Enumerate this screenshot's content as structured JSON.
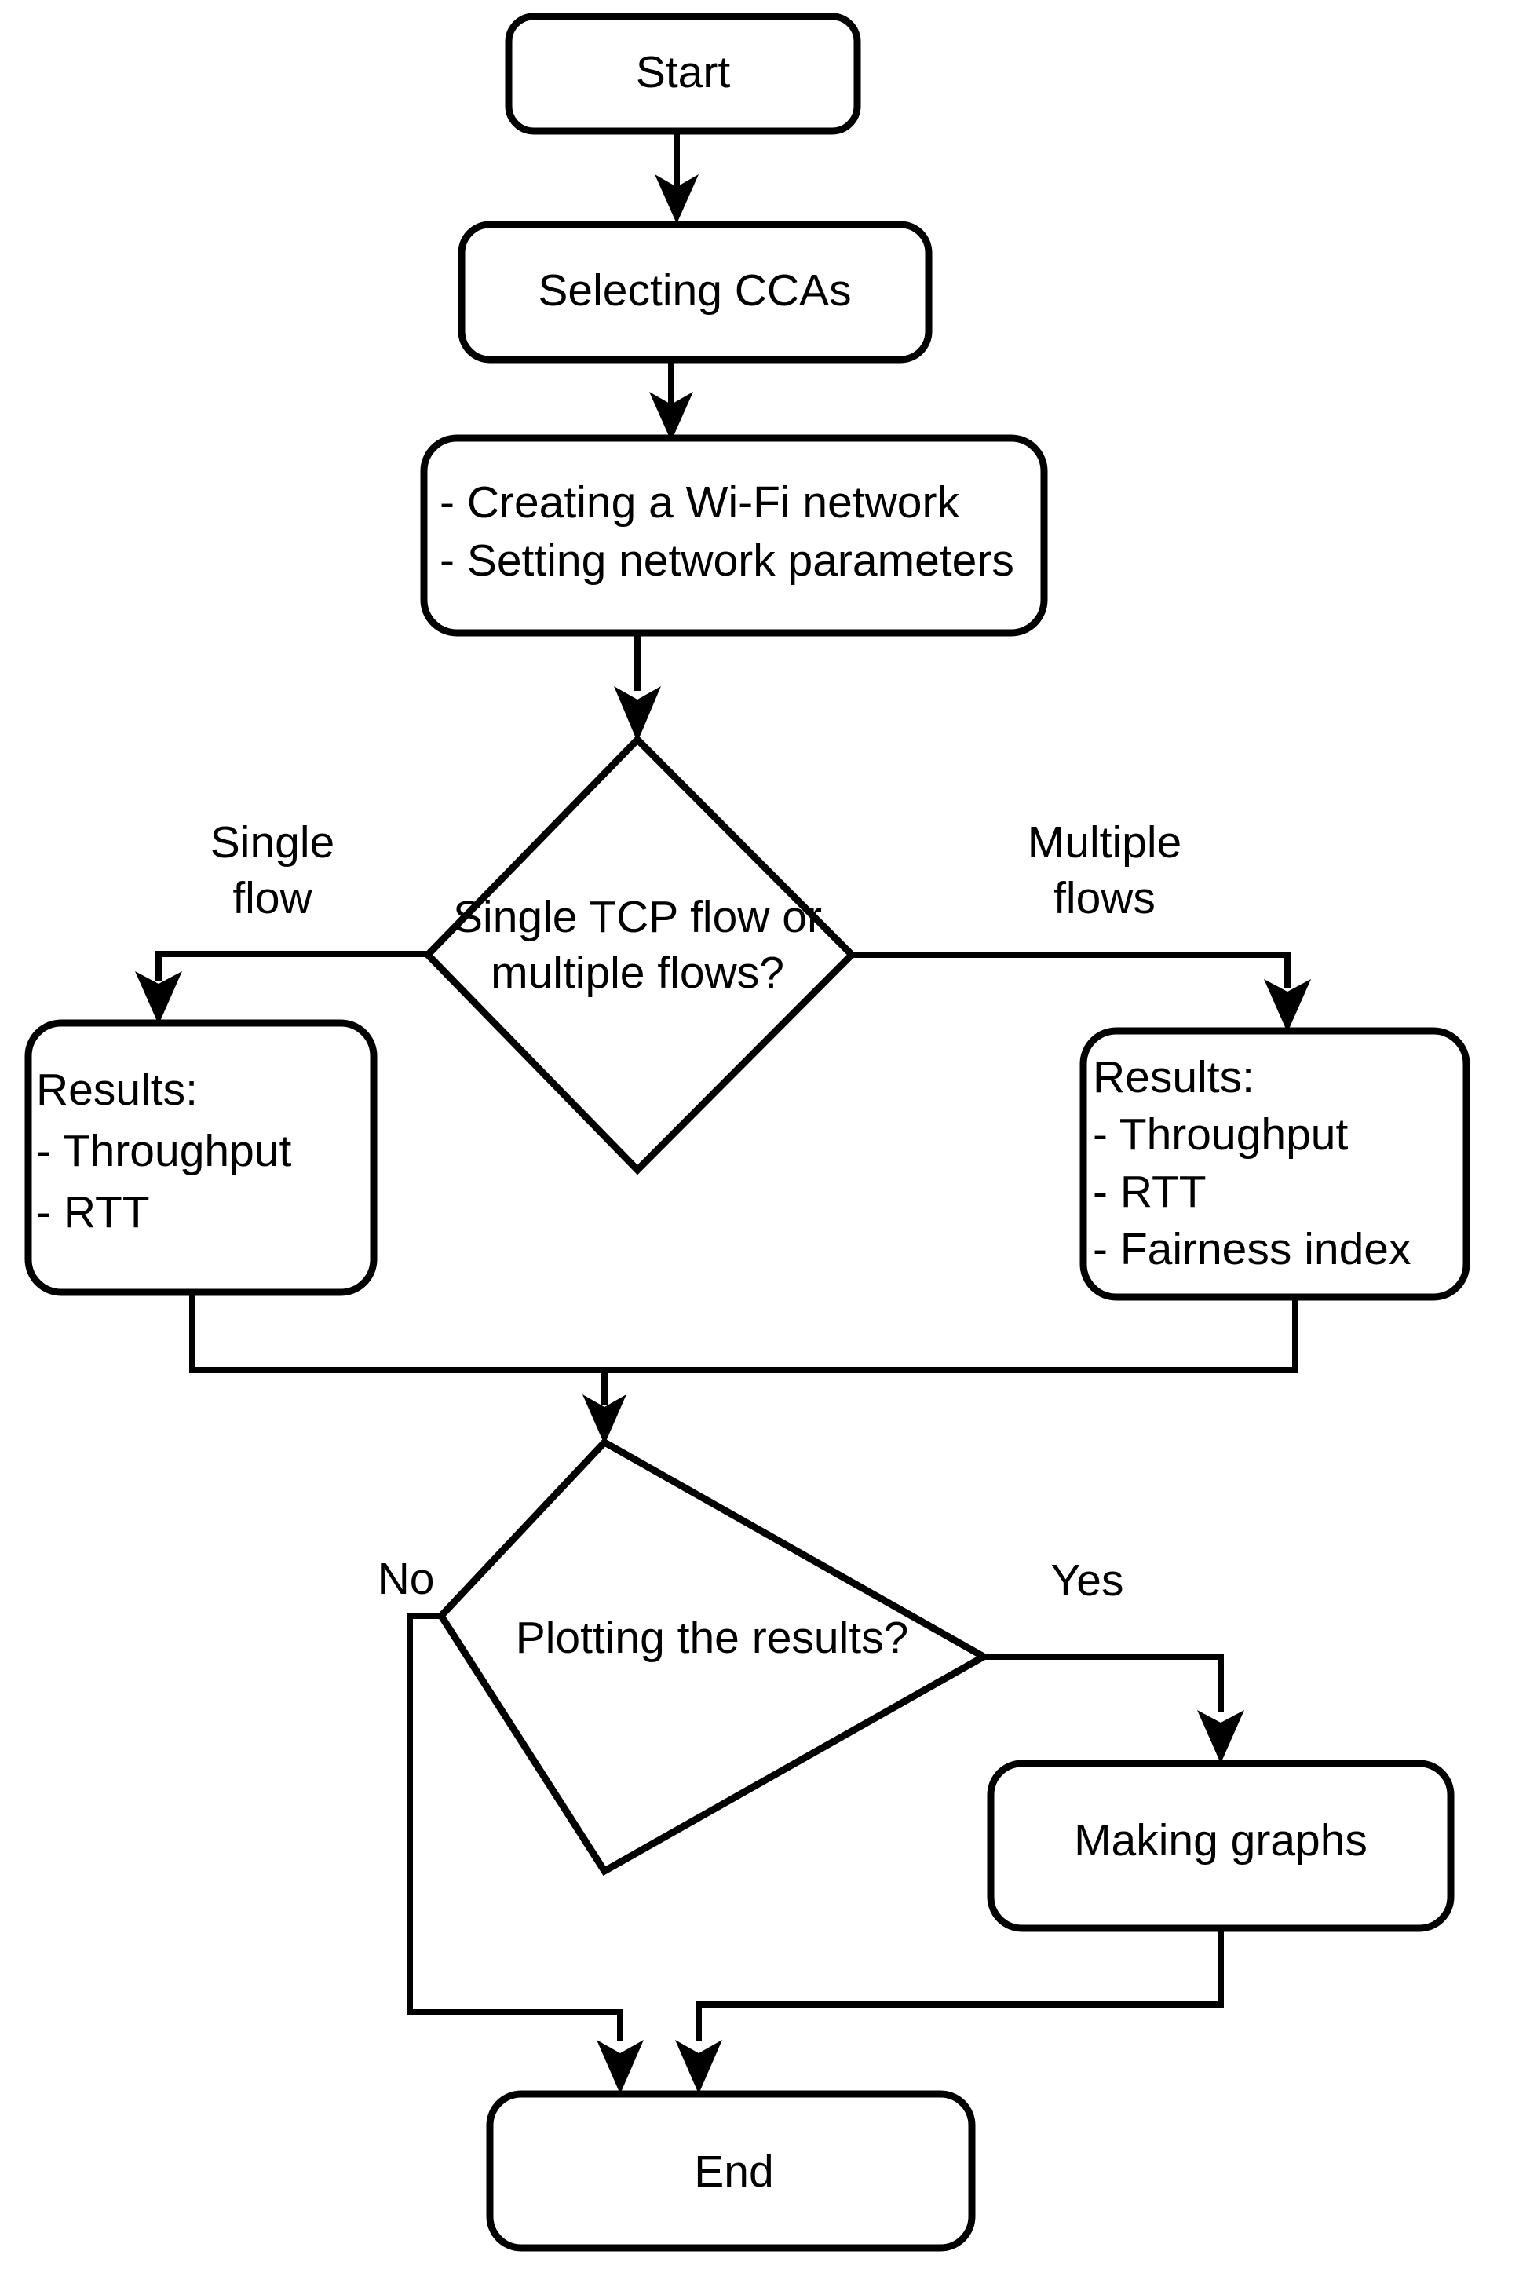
{
  "diagram": {
    "type": "flowchart",
    "orientation": "top-to-bottom",
    "background_color": "#ffffff",
    "line_color": "#000000",
    "text_color": "#000000"
  },
  "nodes": {
    "start": {
      "label": "Start",
      "shape": "rounded-rectangle"
    },
    "selecting_ccas": {
      "label": "Selecting CCAs",
      "shape": "rounded-rectangle"
    },
    "network_setup": {
      "shape": "rounded-rectangle",
      "line1": "- Creating a Wi-Fi network",
      "line2": "- Setting network parameters"
    },
    "decision_flows": {
      "shape": "diamond",
      "line1": "Single TCP flow or",
      "line2": "multiple flows?"
    },
    "results_single": {
      "shape": "rounded-rectangle",
      "line1": "Results:",
      "line2": "- Throughput",
      "line3": "- RTT"
    },
    "results_multiple": {
      "shape": "rounded-rectangle",
      "line1": "Results:",
      "line2": "- Throughput",
      "line3": "- RTT",
      "line4": "- Fairness index"
    },
    "decision_plot": {
      "shape": "diamond",
      "label": "Plotting the results?"
    },
    "making_graphs": {
      "label": "Making graphs",
      "shape": "rounded-rectangle"
    },
    "end": {
      "label": "End",
      "shape": "rounded-rectangle"
    }
  },
  "edge_labels": {
    "single_flow_line1": "Single",
    "single_flow_line2": "flow",
    "multiple_flows_line1": "Multiple",
    "multiple_flows_line2": "flows",
    "no": "No",
    "yes": "Yes"
  }
}
